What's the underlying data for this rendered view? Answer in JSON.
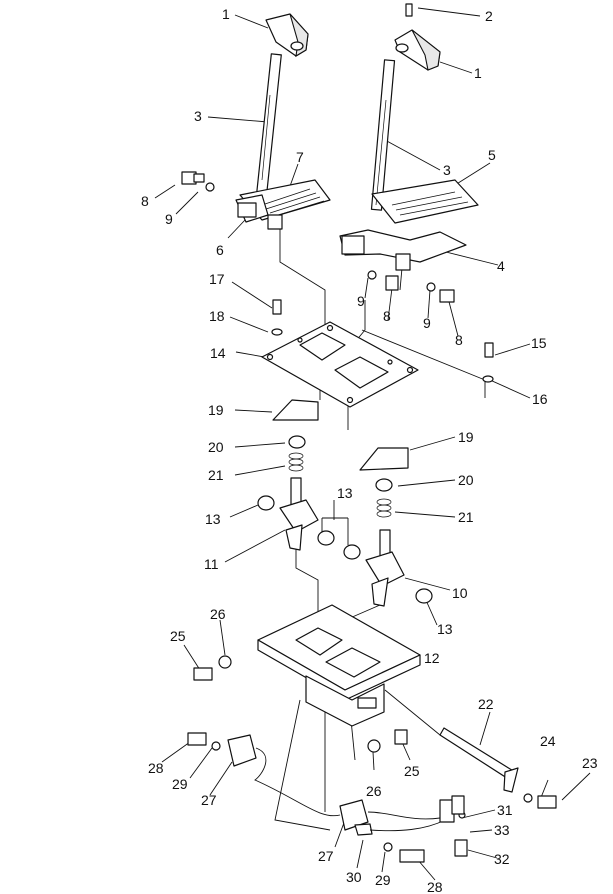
{
  "diagram": {
    "callouts": [
      {
        "id": "c1a",
        "text": "1"
      },
      {
        "id": "c1b",
        "text": "1"
      },
      {
        "id": "c2",
        "text": "2"
      },
      {
        "id": "c3a",
        "text": "3"
      },
      {
        "id": "c3b",
        "text": "3"
      },
      {
        "id": "c4",
        "text": "4"
      },
      {
        "id": "c5",
        "text": "5"
      },
      {
        "id": "c6",
        "text": "6"
      },
      {
        "id": "c7",
        "text": "7"
      },
      {
        "id": "c8a",
        "text": "8"
      },
      {
        "id": "c8b",
        "text": "8"
      },
      {
        "id": "c8c",
        "text": "8"
      },
      {
        "id": "c9a",
        "text": "9"
      },
      {
        "id": "c9b",
        "text": "9"
      },
      {
        "id": "c9c",
        "text": "9"
      },
      {
        "id": "c10",
        "text": "10"
      },
      {
        "id": "c11",
        "text": "11"
      },
      {
        "id": "c12",
        "text": "12"
      },
      {
        "id": "c13a",
        "text": "13"
      },
      {
        "id": "c13b",
        "text": "13"
      },
      {
        "id": "c13c",
        "text": "13"
      },
      {
        "id": "c14",
        "text": "14"
      },
      {
        "id": "c15",
        "text": "15"
      },
      {
        "id": "c16",
        "text": "16"
      },
      {
        "id": "c17",
        "text": "17"
      },
      {
        "id": "c18",
        "text": "18"
      },
      {
        "id": "c19a",
        "text": "19"
      },
      {
        "id": "c19b",
        "text": "19"
      },
      {
        "id": "c20a",
        "text": "20"
      },
      {
        "id": "c20b",
        "text": "20"
      },
      {
        "id": "c21a",
        "text": "21"
      },
      {
        "id": "c21b",
        "text": "21"
      },
      {
        "id": "c22",
        "text": "22"
      },
      {
        "id": "c23",
        "text": "23"
      },
      {
        "id": "c24",
        "text": "24"
      },
      {
        "id": "c25a",
        "text": "25"
      },
      {
        "id": "c25b",
        "text": "25"
      },
      {
        "id": "c26a",
        "text": "26"
      },
      {
        "id": "c26b",
        "text": "26"
      },
      {
        "id": "c27a",
        "text": "27"
      },
      {
        "id": "c27b",
        "text": "27"
      },
      {
        "id": "c28a",
        "text": "28"
      },
      {
        "id": "c28b",
        "text": "28"
      },
      {
        "id": "c29a",
        "text": "29"
      },
      {
        "id": "c29b",
        "text": "29"
      },
      {
        "id": "c30",
        "text": "30"
      },
      {
        "id": "c31",
        "text": "31"
      },
      {
        "id": "c32",
        "text": "32"
      },
      {
        "id": "c33",
        "text": "33"
      }
    ]
  }
}
